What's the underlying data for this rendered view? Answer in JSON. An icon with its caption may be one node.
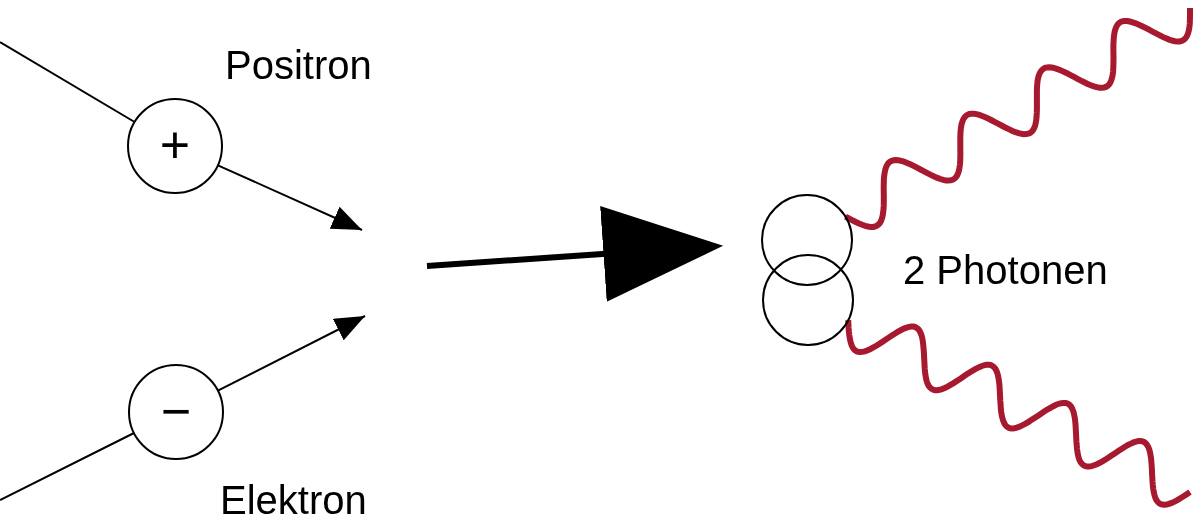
{
  "diagram": {
    "nodes": [
      {
        "text": [
          "+"
        ],
        "beside": [
          "Positron"
        ]
      },
      {
        "text": [
          "−"
        ],
        "beside": [
          "Elektron"
        ]
      },
      {
        "text": [],
        "shape": "circle"
      },
      {
        "text": [],
        "shape": "circle"
      }
    ],
    "edges": [
      {
        "from": null,
        "to": 0,
        "arrow": "none"
      },
      {
        "from": 0,
        "to": null,
        "arrow": "to"
      },
      {
        "from": null,
        "to": 1,
        "arrow": "none"
      },
      {
        "from": 1,
        "to": null,
        "arrow": "to"
      },
      {
        "from": null,
        "to": 2,
        "arrow": "to",
        "style": "thick"
      },
      {
        "from": 2,
        "to": null,
        "arrow": "none",
        "style": "thick",
        "color": "#a6192e"
      },
      {
        "from": 3,
        "to": null,
        "arrow": "none",
        "style": "thick",
        "color": "#a6192e"
      }
    ],
    "labels": [
      "2 Photonen"
    ]
  }
}
